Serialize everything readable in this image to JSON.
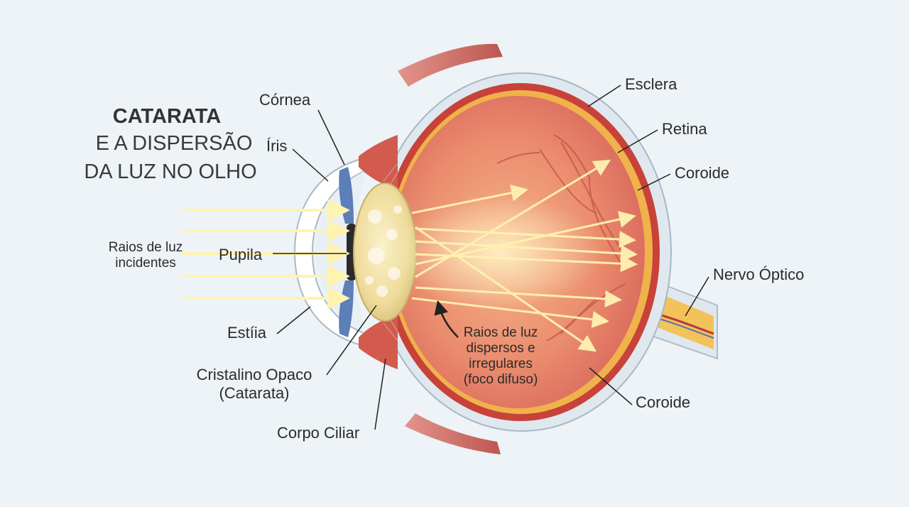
{
  "title": {
    "line1": "CATARATA",
    "line2": "E A DISPERSÃO",
    "line3": "DA LUZ NO OLHO"
  },
  "labels": {
    "cornea": "Córnea",
    "iris": "Íris",
    "incident_rays_1": "Raios de luz",
    "incident_rays_2": "incidentes",
    "pupil": "Pupila",
    "estiia": "Estíia",
    "lens_1": "Cristalino Opaco",
    "lens_2": "(Catarata)",
    "ciliary_body": "Corpo Ciliar",
    "sclera": "Esclera",
    "retina": "Retina",
    "choroid_top": "Coroide",
    "optic_nerve": "Nervo Óptico",
    "choroid_bottom": "Coroide",
    "scattered_1": "Raios de luz",
    "scattered_2": "dispersos e",
    "scattered_3": "irregulares",
    "scattered_4": "(foco difuso)"
  },
  "colors": {
    "background": "#edf3f6",
    "sclera": "#dfe8ef",
    "choroid": "#c8423a",
    "retina": "#f0b24a",
    "vitreous": "#e9866b",
    "lens": "#efe1a4",
    "iris": "#5b7fb6",
    "light_ray": "#fff3b0",
    "muscle": "#c9524a"
  }
}
